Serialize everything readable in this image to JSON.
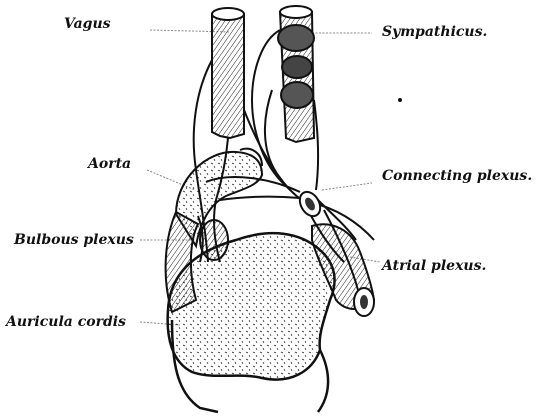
{
  "labels": {
    "vagus": "Vagus",
    "sympathicus": "Sympathicus.",
    "aorta": "Aorta",
    "connecting_plexus": "Connecting plexus.",
    "bulbous_plexus": "Bulbous plexus",
    "atrial_plexus": "Atrial plexus.",
    "auricula_cordis": "Auricula cordis"
  },
  "colors": {
    "ink": "#111111",
    "paper": "#ffffff",
    "leader": "#888888"
  }
}
